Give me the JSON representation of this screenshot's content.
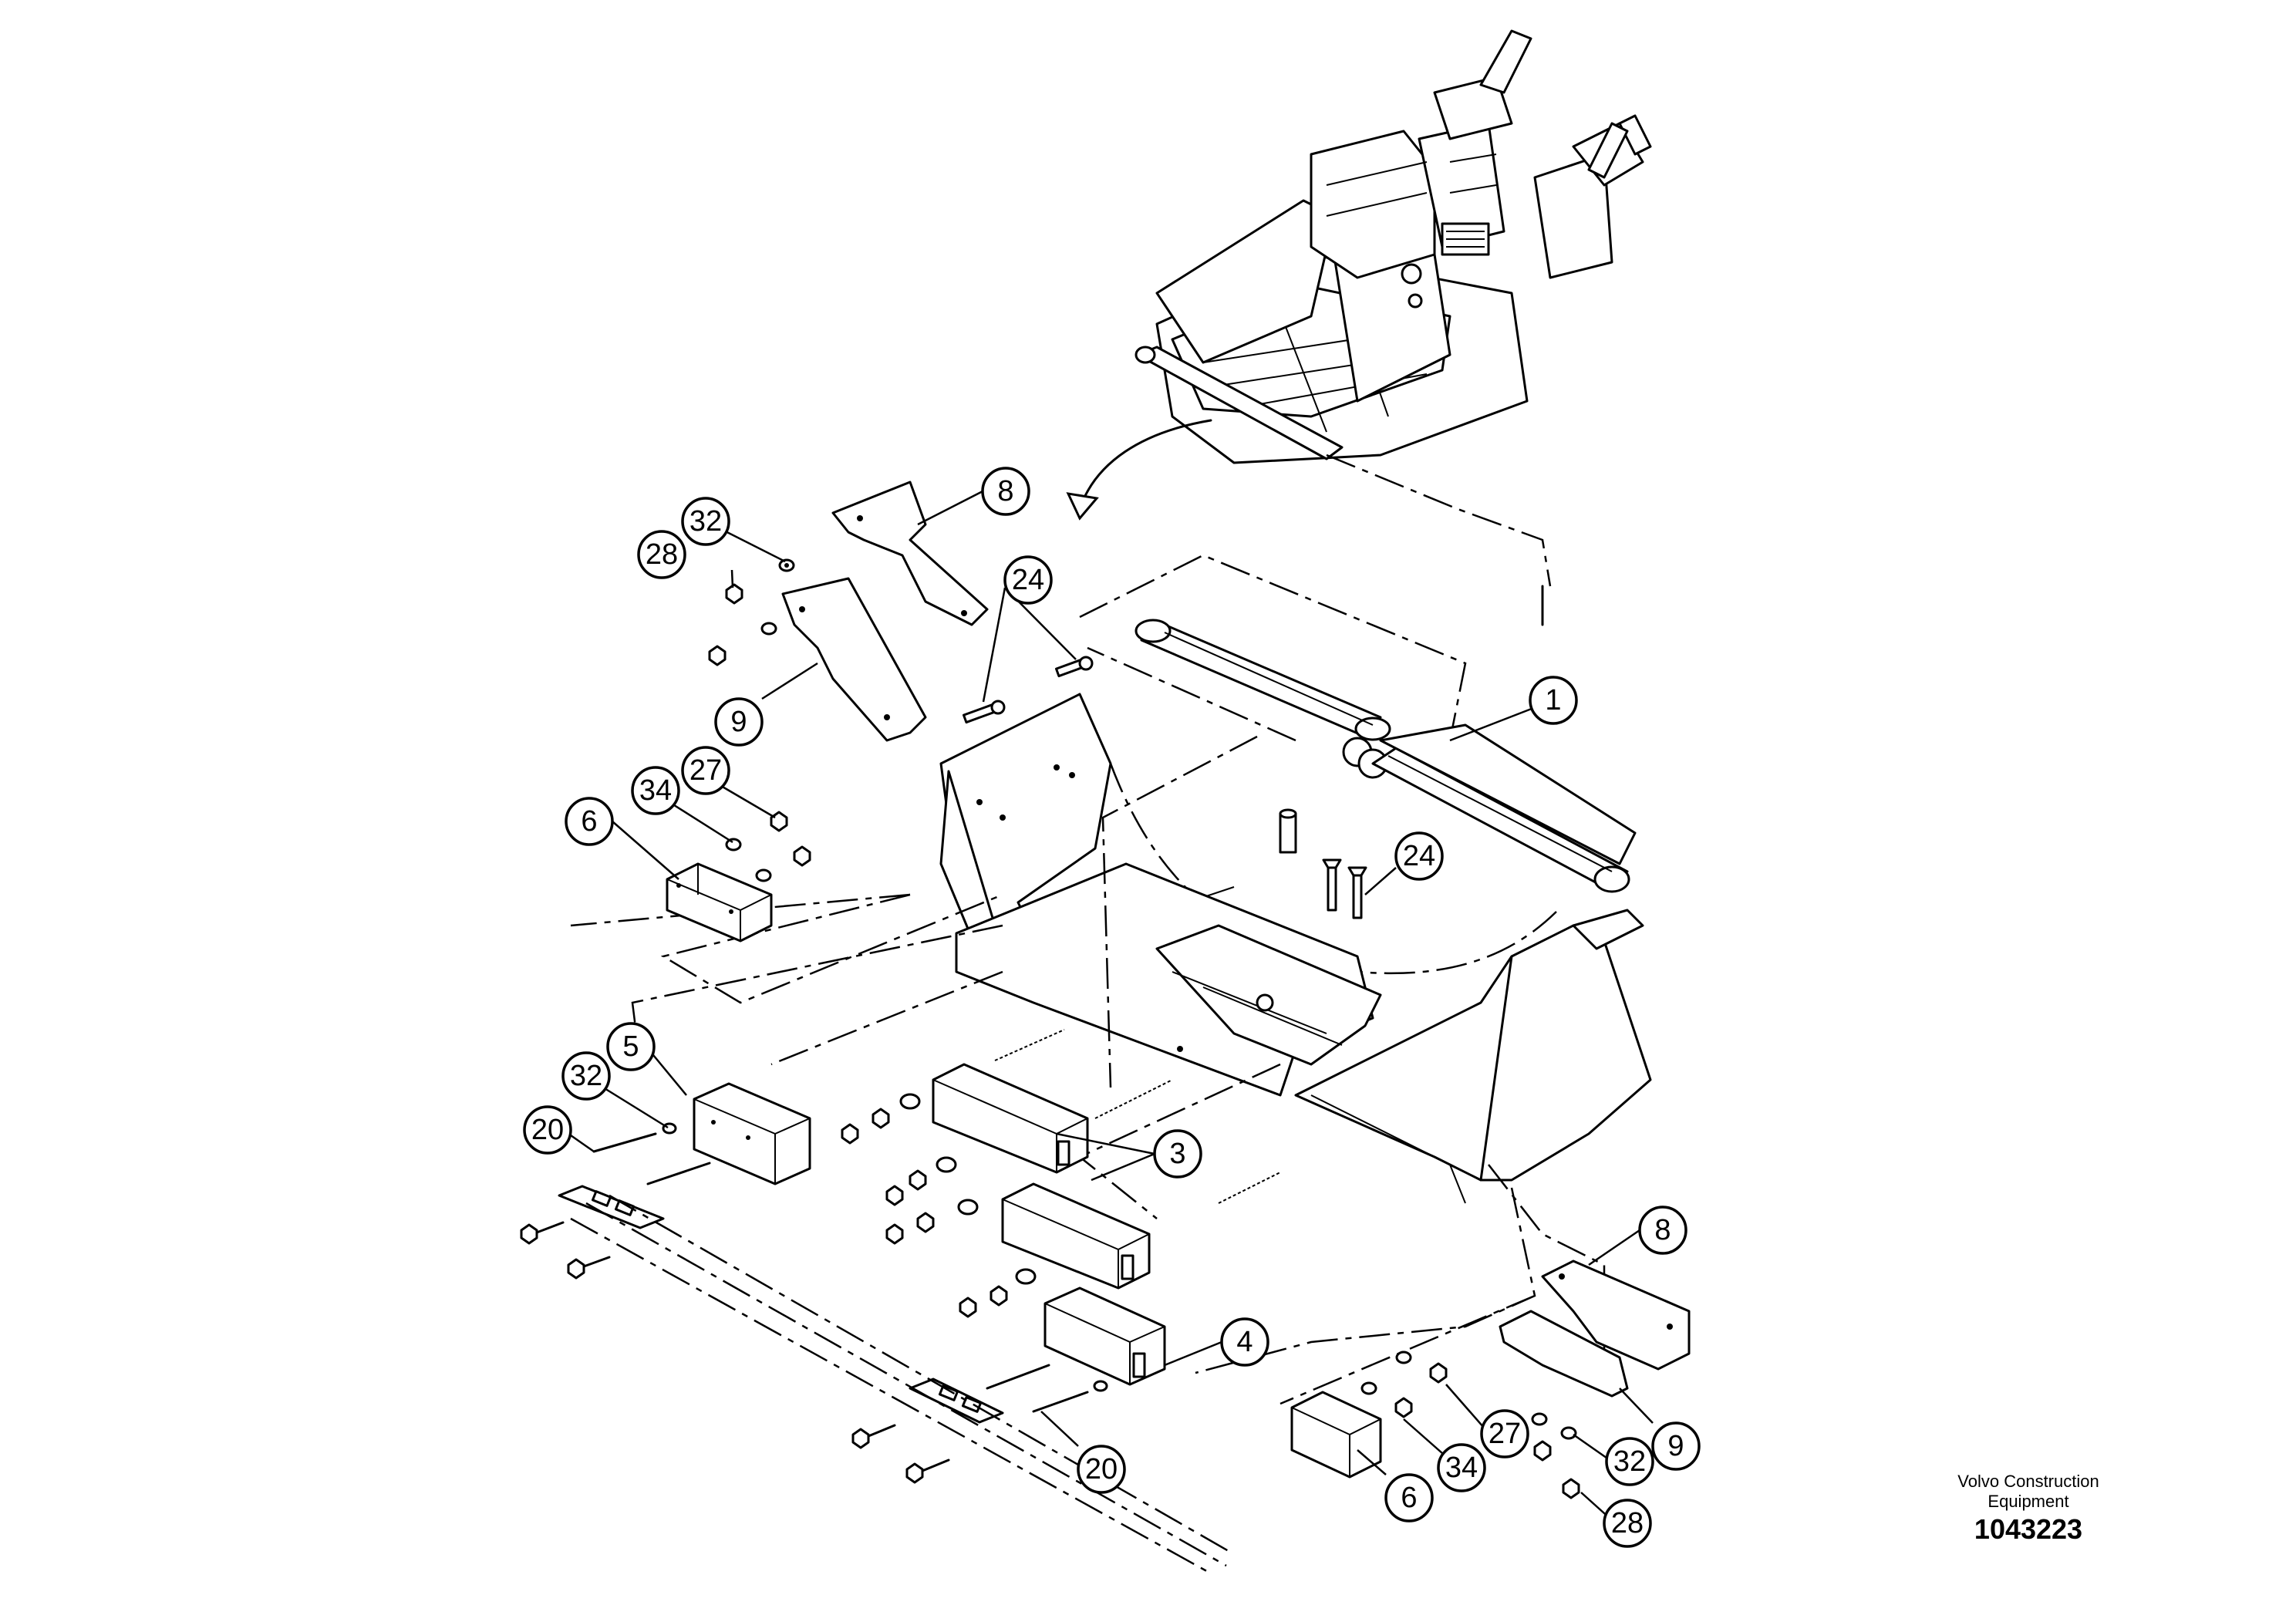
{
  "brand": {
    "line1": "Volvo Construction",
    "line2": "Equipment"
  },
  "drawing_number": "1043223",
  "callouts": [
    {
      "id": "c1",
      "label": "1"
    },
    {
      "id": "c3",
      "label": "3"
    },
    {
      "id": "c4",
      "label": "4"
    },
    {
      "id": "c5",
      "label": "5"
    },
    {
      "id": "c6a",
      "label": "6"
    },
    {
      "id": "c6b",
      "label": "6"
    },
    {
      "id": "c8a",
      "label": "8"
    },
    {
      "id": "c8b",
      "label": "8"
    },
    {
      "id": "c9a",
      "label": "9"
    },
    {
      "id": "c9b",
      "label": "9"
    },
    {
      "id": "c20a",
      "label": "20"
    },
    {
      "id": "c20b",
      "label": "20"
    },
    {
      "id": "c24a",
      "label": "24"
    },
    {
      "id": "c24b",
      "label": "24"
    },
    {
      "id": "c27a",
      "label": "27"
    },
    {
      "id": "c27b",
      "label": "27"
    },
    {
      "id": "c28a",
      "label": "28"
    },
    {
      "id": "c28b",
      "label": "28"
    },
    {
      "id": "c32a",
      "label": "32"
    },
    {
      "id": "c32b",
      "label": "32"
    },
    {
      "id": "c32c",
      "label": "32"
    },
    {
      "id": "c34a",
      "label": "34"
    },
    {
      "id": "c34b",
      "label": "34"
    }
  ]
}
